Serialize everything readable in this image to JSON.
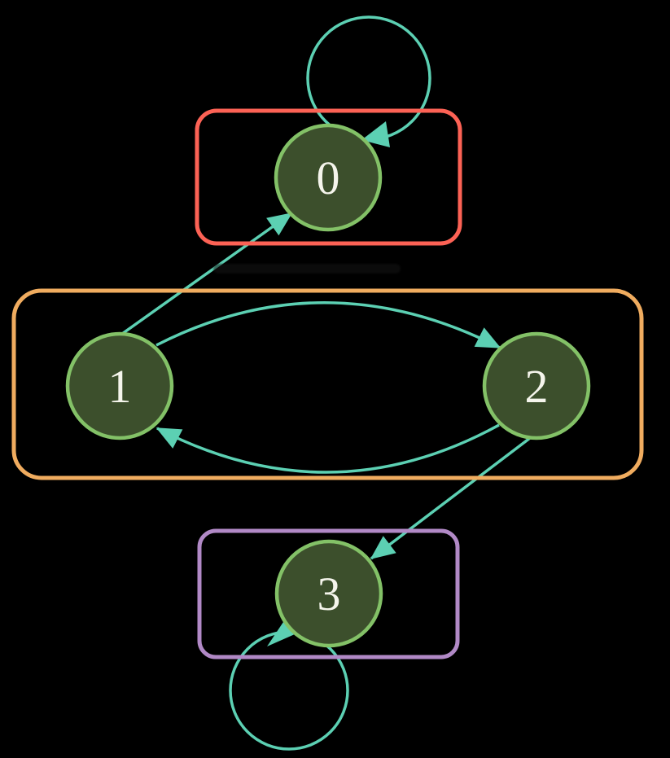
{
  "diagram": {
    "type": "state-transition-graph",
    "background_color": "#000000",
    "edge_color": "#5CD0B3",
    "node_fill_color": "#3C4F2C",
    "node_stroke_color": "#83C167",
    "node_label_color": "#F5F5EC",
    "nodes": [
      {
        "id": "0",
        "label": "0",
        "group": "top"
      },
      {
        "id": "1",
        "label": "1",
        "group": "middle"
      },
      {
        "id": "2",
        "label": "2",
        "group": "middle"
      },
      {
        "id": "3",
        "label": "3",
        "group": "bottom"
      }
    ],
    "groups": [
      {
        "name": "top",
        "box_color": "#FC6255",
        "members": [
          "0"
        ]
      },
      {
        "name": "middle",
        "box_color": "#F0AC5F",
        "members": [
          "1",
          "2"
        ]
      },
      {
        "name": "bottom",
        "box_color": "#B189C6",
        "members": [
          "3"
        ]
      }
    ],
    "edges": [
      {
        "from": "0",
        "to": "0",
        "kind": "self-loop"
      },
      {
        "from": "1",
        "to": "0",
        "kind": "straight"
      },
      {
        "from": "1",
        "to": "2",
        "kind": "arc"
      },
      {
        "from": "2",
        "to": "1",
        "kind": "arc"
      },
      {
        "from": "2",
        "to": "3",
        "kind": "straight"
      },
      {
        "from": "3",
        "to": "3",
        "kind": "self-loop"
      }
    ]
  }
}
